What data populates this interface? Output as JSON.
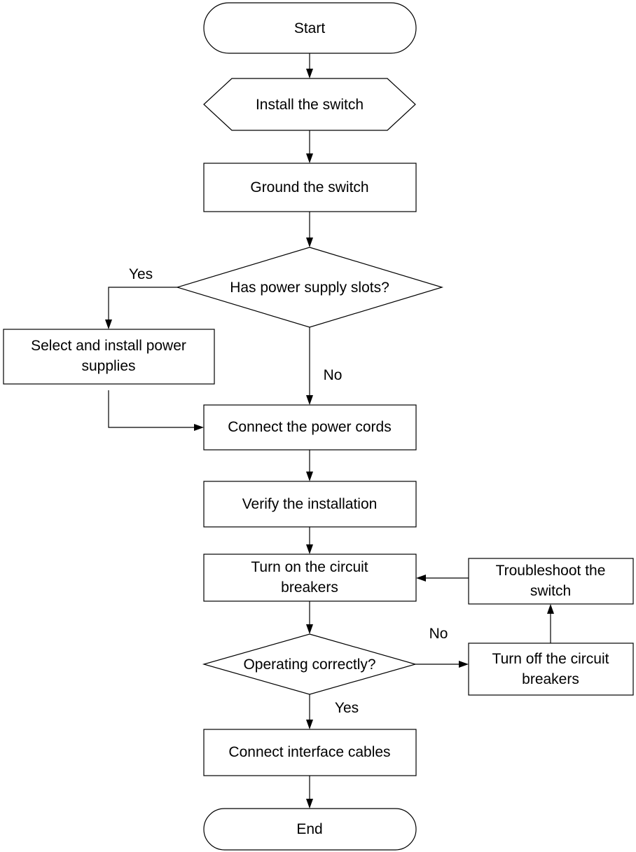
{
  "flowchart": {
    "start": "Start",
    "install_switch": "Install the switch",
    "ground_switch": "Ground the switch",
    "decision_power_slots": "Has power supply slots?",
    "label_yes_1": "Yes",
    "label_no_1": "No",
    "install_power_supplies_line1": "Select and install power",
    "install_power_supplies_line2": "supplies",
    "connect_power_cords": "Connect the power cords",
    "verify_installation": "Verify the installation",
    "turn_on_breakers_line1": "Turn on the circuit",
    "turn_on_breakers_line2": "breakers",
    "troubleshoot_line1": "Troubleshoot the",
    "troubleshoot_line2": "switch",
    "decision_operating": "Operating correctly?",
    "label_no_2": "No",
    "label_yes_2": "Yes",
    "turn_off_breakers_line1": "Turn off the circuit",
    "turn_off_breakers_line2": "breakers",
    "connect_interface_cables": "Connect interface cables",
    "end": "End"
  }
}
